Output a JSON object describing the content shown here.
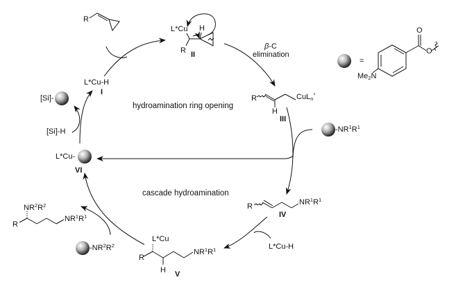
{
  "diagram": {
    "type": "catalytic-cycle",
    "process_labels": {
      "inner_top": "hydroamination ring opening",
      "inner_bottom": "cascade hydroamination",
      "beta_c_prefix": "β",
      "beta_c_suffix": "-C",
      "elimination": "elimination"
    },
    "legend": {
      "equals": "=",
      "me2n_prefix": "Me",
      "me2n_sub": "2",
      "me2n_suffix": "N",
      "carbonyl_o": "O",
      "ester_o": "O"
    },
    "species": {
      "I": {
        "id": "I",
        "label": "L*Cu-H"
      },
      "II": {
        "id": "II",
        "cu": "L*Cu",
        "h": "H",
        "r": "R"
      },
      "III": {
        "id": "III",
        "r": "R",
        "h": "H",
        "cu": "CuL",
        "cu_sub": "n",
        "cu_sup": "*"
      },
      "IV": {
        "id": "IV",
        "r": "R",
        "amine": "NR",
        "amine_sup1": "1",
        "amine_r": "R",
        "amine_sup2": "1"
      },
      "V": {
        "id": "V",
        "cu": "L*Cu",
        "r": "R",
        "h": "H",
        "amine": "NR",
        "amine_sup1": "1",
        "amine_r": "R",
        "amine_sup2": "1"
      },
      "VI": {
        "id": "VI",
        "label": "L*Cu-"
      }
    },
    "reagents": {
      "alkylidenecyclopropane_r": "R",
      "silane": "[Si]-H",
      "silyl_product": "[Si]-",
      "amine1": {
        "prefix": "-NR",
        "sup1": "1",
        "r": "R",
        "sup2": "1"
      },
      "amine2": {
        "prefix": "-NR",
        "sup1": "2",
        "r": "R",
        "sup2": "2"
      },
      "cuh_reentry": "L*Cu-H"
    },
    "product": {
      "r": "R",
      "top_amine": "NR",
      "top_sup1": "2",
      "top_r": "R",
      "top_sup2": "2",
      "right_amine": "NR",
      "right_sup1": "1",
      "right_r": "R",
      "right_sup2": "1"
    }
  }
}
